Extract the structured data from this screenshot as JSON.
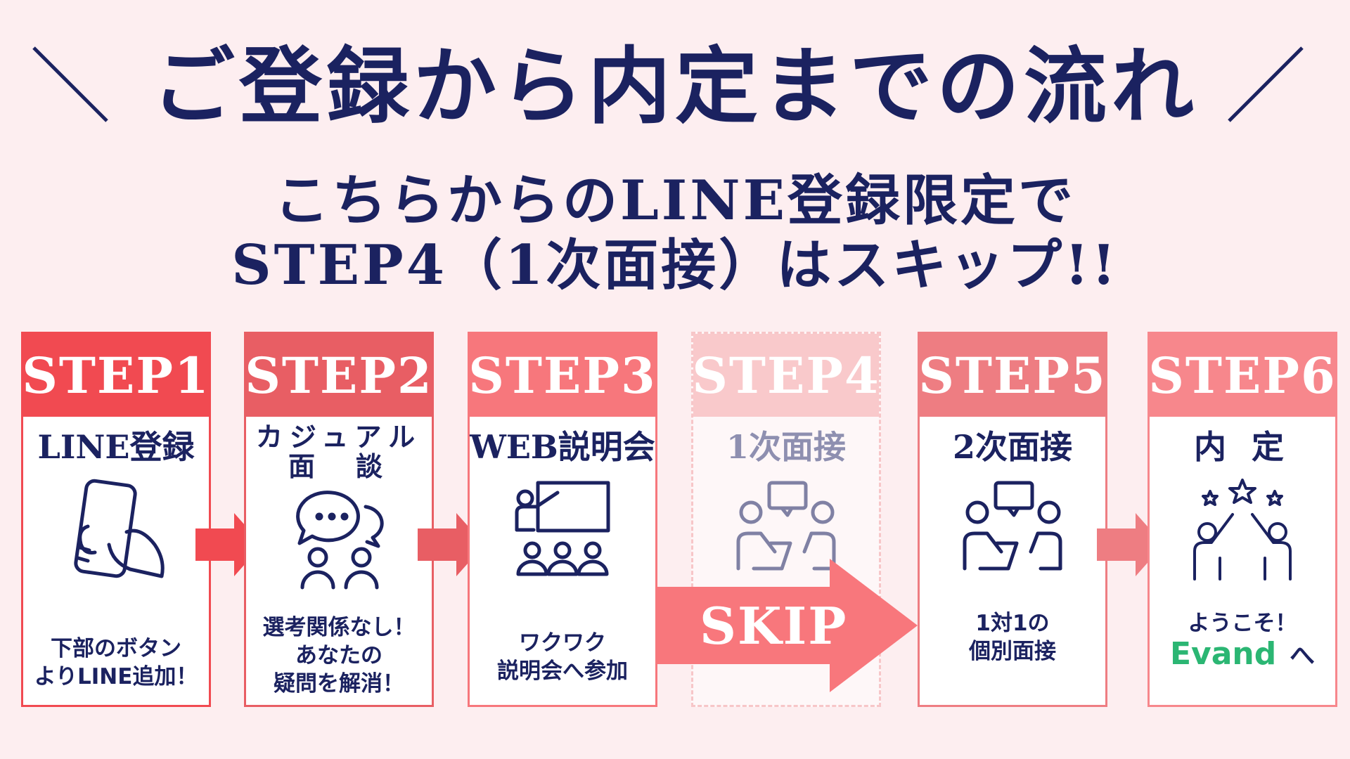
{
  "title": "ご登録から内定までの流れ",
  "subtitle_line1": "こちらからのLINE登録限定で",
  "subtitle_line2": "STEP4（1次面接）はスキップ!!",
  "skip_label": "SKIP",
  "colors": {
    "navy": "#1b2260",
    "step1": "#f14a51",
    "step2": "#e85e64",
    "step3": "#f7777c",
    "step4": "#f9c9cb",
    "step5": "#ee7d82",
    "step6": "#f7878c",
    "evand": "#2bb673"
  },
  "steps": [
    {
      "label": "STEP1",
      "name": "LINE登録",
      "desc": [
        "下部のボタン",
        "よりLINE追加！"
      ],
      "icon": "smartphone-hand-icon"
    },
    {
      "label": "STEP2",
      "name_lines": [
        "カジュアル",
        "面　談"
      ],
      "desc": [
        "選考関係なし！",
        "あなたの",
        "疑問を解消！"
      ],
      "icon": "chat-people-icon"
    },
    {
      "label": "STEP3",
      "name": "WEB説明会",
      "desc": [
        "ワクワク",
        "説明会へ参加"
      ],
      "icon": "presentation-icon"
    },
    {
      "label": "STEP4",
      "name": "1次面接",
      "desc": [],
      "icon": "interview-icon"
    },
    {
      "label": "STEP5",
      "name": "2次面接",
      "desc": [
        "1対1の",
        "個別面接"
      ],
      "icon": "interview-icon"
    },
    {
      "label": "STEP6",
      "name": "内 定",
      "desc": [
        "ようこそ！"
      ],
      "evand": "Evand",
      "evand_suffix": "へ",
      "icon": "high-five-stars-icon"
    }
  ]
}
